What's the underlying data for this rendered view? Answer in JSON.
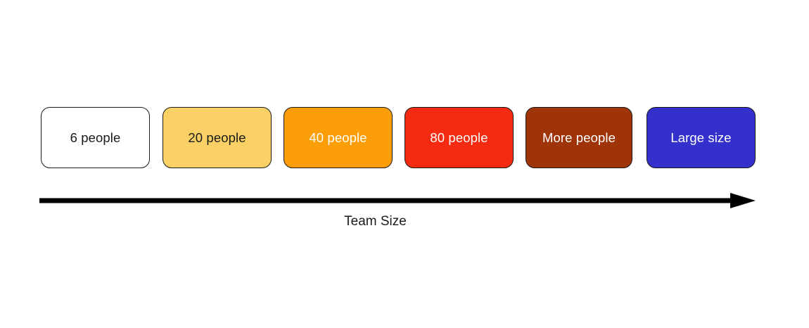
{
  "diagram": {
    "type": "progression-arrow",
    "axis": {
      "label": "Team Size",
      "direction": "left-to-right",
      "arrow_color": "#000000"
    },
    "stages": [
      {
        "label": "6 people",
        "fill": "#ffffff",
        "border": "#1a1a1a",
        "text_color": "#1a1a1a"
      },
      {
        "label": "20 people",
        "fill": "#fbd065",
        "border": "#1a1a1a",
        "text_color": "#1a1a1a"
      },
      {
        "label": "40 people",
        "fill": "#fb9e07",
        "border": "#1a1a1a",
        "text_color": "#ffffff"
      },
      {
        "label": "80 people",
        "fill": "#f42a11",
        "border": "#1a1a1a",
        "text_color": "#ffffff"
      },
      {
        "label": "More people",
        "fill": "#9e3408",
        "border": "#1a1a1a",
        "text_color": "#ffffff"
      },
      {
        "label": "Large size",
        "fill": "#3330cc",
        "border": "#1a1a1a",
        "text_color": "#ffffff"
      }
    ]
  }
}
